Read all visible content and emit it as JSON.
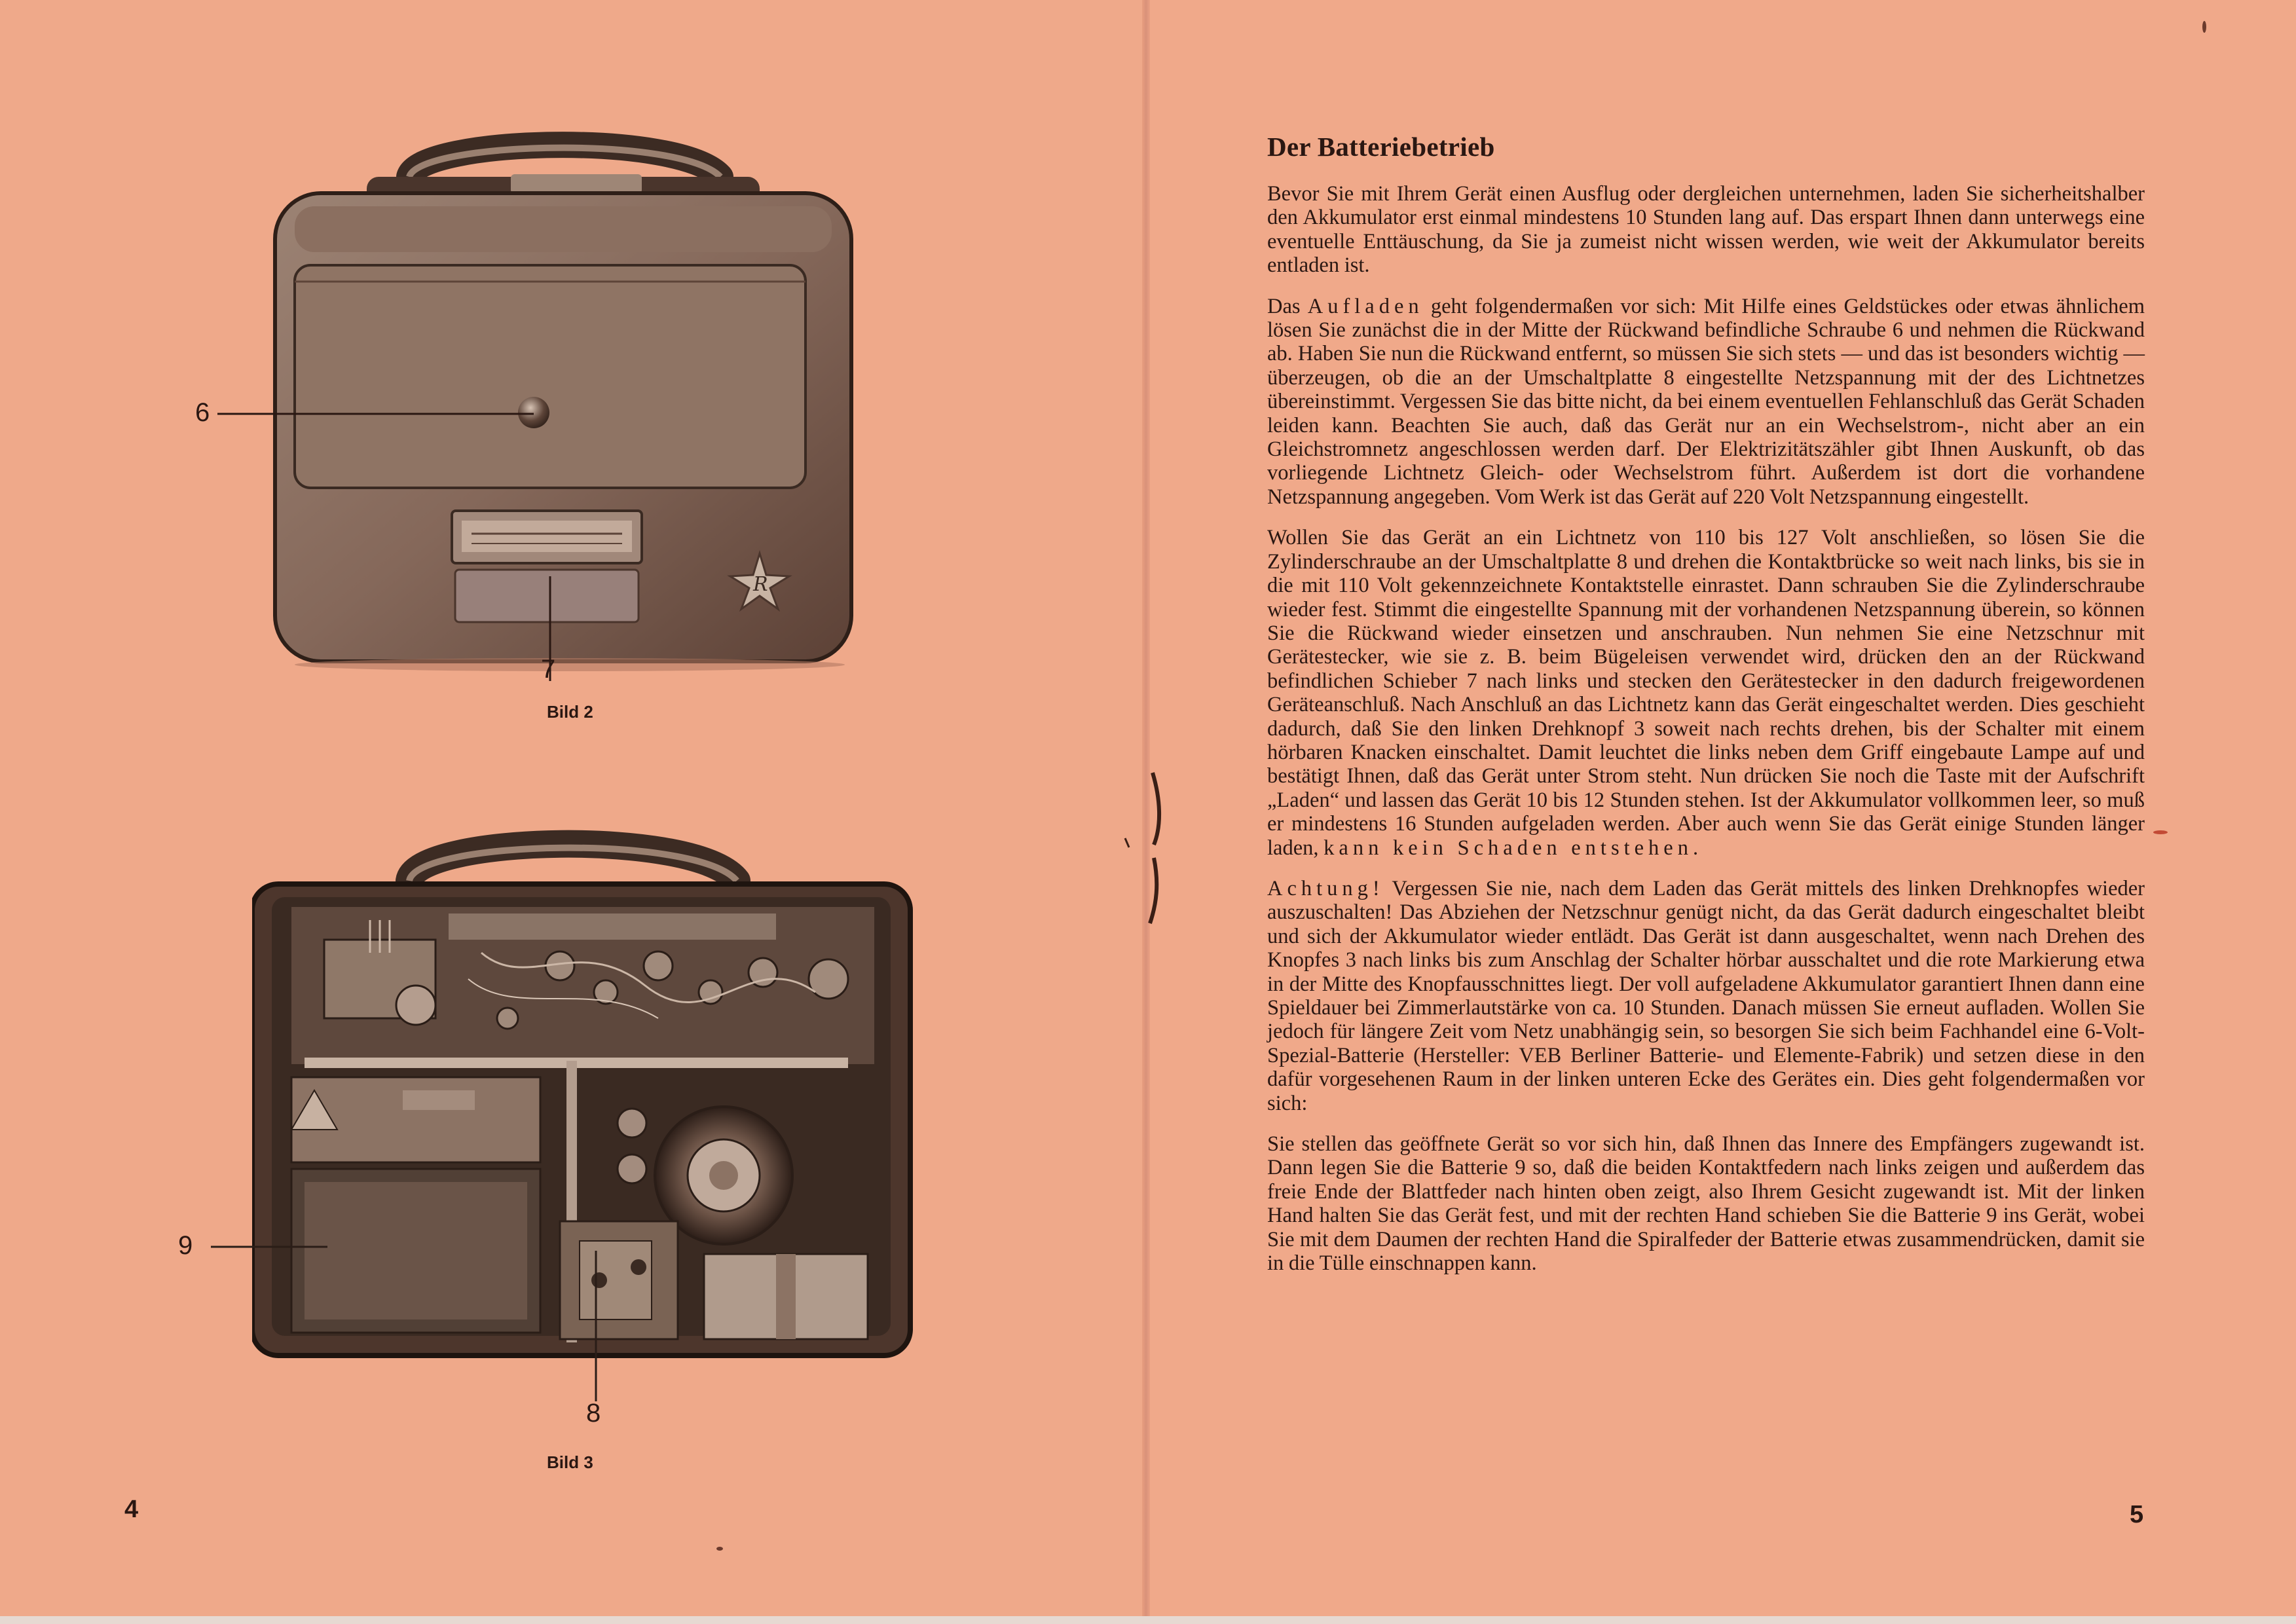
{
  "left_page": {
    "page_number": "4",
    "figure_top": {
      "caption": "Bild 2",
      "callouts": [
        "6",
        "7"
      ]
    },
    "figure_bottom": {
      "caption": "Bild 3",
      "callouts": [
        "9",
        "8"
      ]
    }
  },
  "right_page": {
    "page_number": "5",
    "heading": "Der Batteriebetrieb",
    "paragraphs": [
      {
        "text": "Bevor Sie mit Ihrem Gerät einen Ausflug oder dergleichen unternehmen, laden Sie sicherheitshalber den Akkumulator erst einmal mindestens 10 Stunden lang auf. Das erspart Ihnen dann unterwegs eine eventuelle Enttäuschung, da Sie ja zumeist nicht wissen werden, wie weit der Akkumulator bereits entladen ist."
      },
      {
        "lead": "Das",
        "emph": "Aufladen",
        "text": "geht folgendermaßen vor sich: Mit Hilfe eines Geldstückes oder etwas ähnlichem lösen Sie zunächst die in der Mitte der Rückwand befindliche Schraube 6 und nehmen die Rückwand ab. Haben Sie nun die Rückwand entfernt, so müssen Sie sich stets — und das ist besonders wichtig — überzeugen, ob die an der Umschaltplatte 8 eingestellte Netzspannung mit der des Lichtnetzes übereinstimmt. Vergessen Sie das bitte nicht, da bei einem eventuellen Fehlanschluß das Gerät Schaden leiden kann. Beachten Sie auch, daß das Gerät nur an ein Wechselstrom-, nicht aber an ein Gleichstromnetz angeschlossen werden darf. Der Elektrizitätszähler gibt Ihnen Auskunft, ob das vorliegende Lichtnetz Gleich- oder Wechselstrom führt. Außerdem ist dort die vorhandene Netzspannung angegeben. Vom Werk ist das Gerät auf 220 Volt Netzspannung eingestellt."
      },
      {
        "text": "Wollen Sie das Gerät an ein Lichtnetz von 110 bis 127 Volt anschließen, so lösen Sie die Zylinderschraube an der Umschaltplatte 8 und drehen die Kontaktbrücke so weit nach links, bis sie in die mit 110 Volt gekennzeichnete Kontaktstelle einrastet. Dann schrauben Sie die Zylinderschraube wieder fest. Stimmt die eingestellte Spannung mit der vorhandenen Netzspannung überein, so können Sie die Rückwand wieder einsetzen und anschrauben. Nun nehmen Sie eine Netzschnur mit Gerätestecker, wie sie z. B. beim Bügeleisen verwendet wird, drücken den an der Rückwand befindlichen Schieber 7 nach links und stecken den Gerätestecker in den dadurch freigewordenen Geräteanschluß. Nach Anschluß an das Lichtnetz kann das Gerät eingeschaltet werden. Dies geschieht dadurch, daß Sie den linken Drehknopf 3 soweit nach rechts drehen, bis der Schalter mit einem hörbaren Knacken einschaltet. Damit leuchtet die links neben dem Griff eingebaute Lampe auf und bestätigt Ihnen, daß das Gerät unter Strom steht. Nun drücken Sie noch die Taste mit der Aufschrift „Laden“ und lassen das Gerät 10 bis 12 Stunden stehen. Ist der Akkumulator vollkommen leer, so muß er mindestens 16 Stunden aufgeladen werden. Aber auch wenn Sie das Gerät einige Stunden länger laden,",
        "tail_emph": "kann kein Schaden entstehen."
      },
      {
        "lead_emph": "Achtung!",
        "text": "Vergessen Sie nie, nach dem Laden das Gerät mittels des linken Drehknopfes wieder auszuschalten! Das Abziehen der Netzschnur genügt nicht, da das Gerät dadurch eingeschaltet bleibt und sich der Akkumulator wieder entlädt. Das Gerät ist dann ausgeschaltet, wenn nach Drehen des Knopfes 3 nach links bis zum Anschlag der Schalter hörbar ausschaltet und die rote Markierung etwa in der Mitte des Knopfausschnittes liegt. Der voll aufgeladene Akkumulator garantiert Ihnen dann eine Spieldauer bei Zimmerlautstärke von ca. 10 Stunden. Danach müssen Sie erneut aufladen. Wollen Sie jedoch für längere Zeit vom Netz unabhängig sein, so besorgen Sie sich beim Fachhandel eine 6-Volt-Spezial-Batterie (Hersteller: VEB Berliner Batterie- und Elemente-Fabrik) und setzen diese in den dafür vorgesehenen Raum in der linken unteren Ecke des Gerätes ein. Dies geht folgendermaßen vor sich:"
      },
      {
        "text": "Sie stellen das geöffnete Gerät so vor sich hin, daß Ihnen das Innere des Empfängers zugewandt ist. Dann legen Sie die Batterie 9 so, daß die beiden Kontaktfedern nach links zeigen und außerdem das freie Ende der Blattfeder nach hinten oben zeigt, also Ihrem Gesicht zugewandt ist. Mit der linken Hand halten Sie das Gerät fest, und mit der rechten Hand schieben Sie die Batterie 9 ins Gerät, wobei Sie mit dem Daumen der rechten Hand die Spiralfeder der Batterie etwas zusammendrücken, damit sie in die Tülle einschnappen kann."
      }
    ]
  },
  "colors": {
    "paper": "#efa889",
    "ink": "#2a1712",
    "photo_dark": "#3b2a22",
    "photo_mid": "#8a6f5f"
  }
}
